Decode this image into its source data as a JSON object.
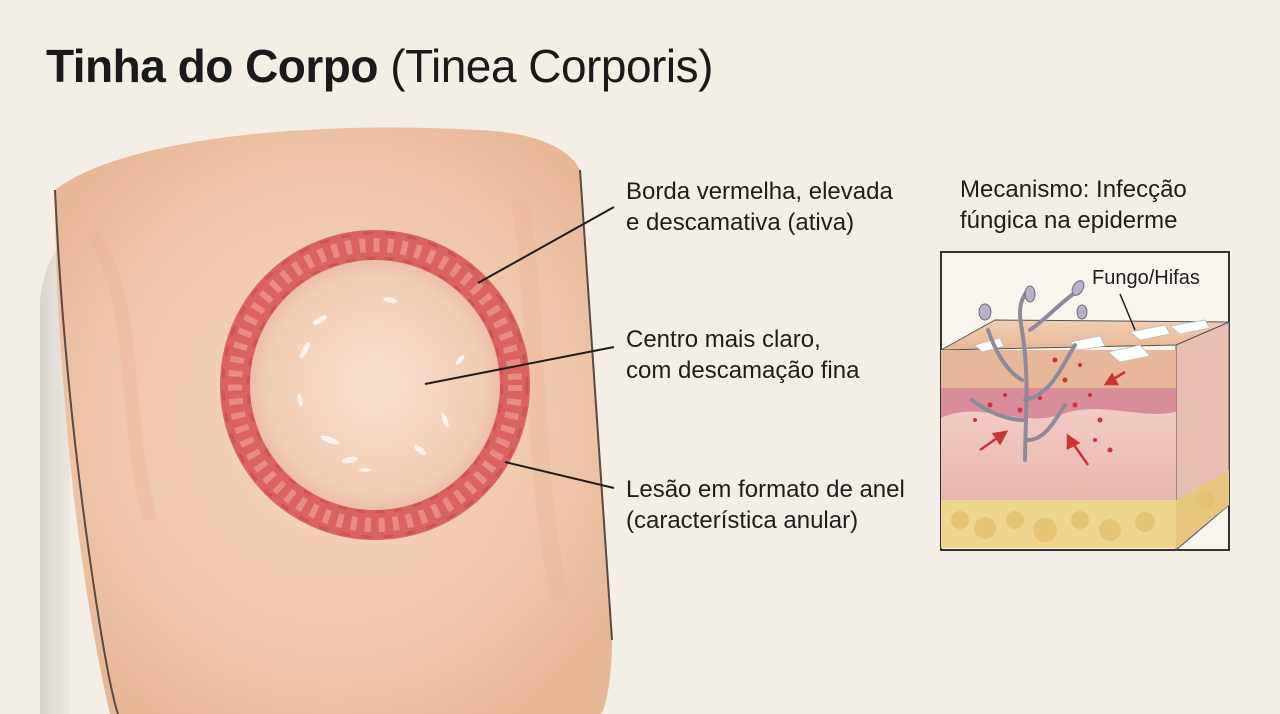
{
  "title": {
    "bold": "Tinha do Corpo",
    "normal": "(Tinea Corporis)"
  },
  "annotations": [
    {
      "id": "border",
      "lines": [
        "Borda vermelha, elevada",
        "e descamativa (ativa)"
      ]
    },
    {
      "id": "center",
      "lines": [
        "Centro mais claro,",
        "com descamação fina"
      ]
    },
    {
      "id": "ring",
      "lines": [
        "Lesão em formato de anel",
        "(característica anular)"
      ]
    }
  ],
  "mechanism": {
    "title_lines": [
      "Mecanismo: Infecção",
      "fúngica na epiderme"
    ],
    "fungus_label": "Fungo/Hifas"
  },
  "colors": {
    "background": "#f3efe6",
    "skin": "#f1c9ae",
    "lesion_ring": "#d9645f",
    "lesion_center": "#f4d3bd",
    "epidermis": "#e9b99b",
    "dermis": "#efc1bb",
    "fat": "#f0d58e",
    "inflammation": "#c93434"
  }
}
